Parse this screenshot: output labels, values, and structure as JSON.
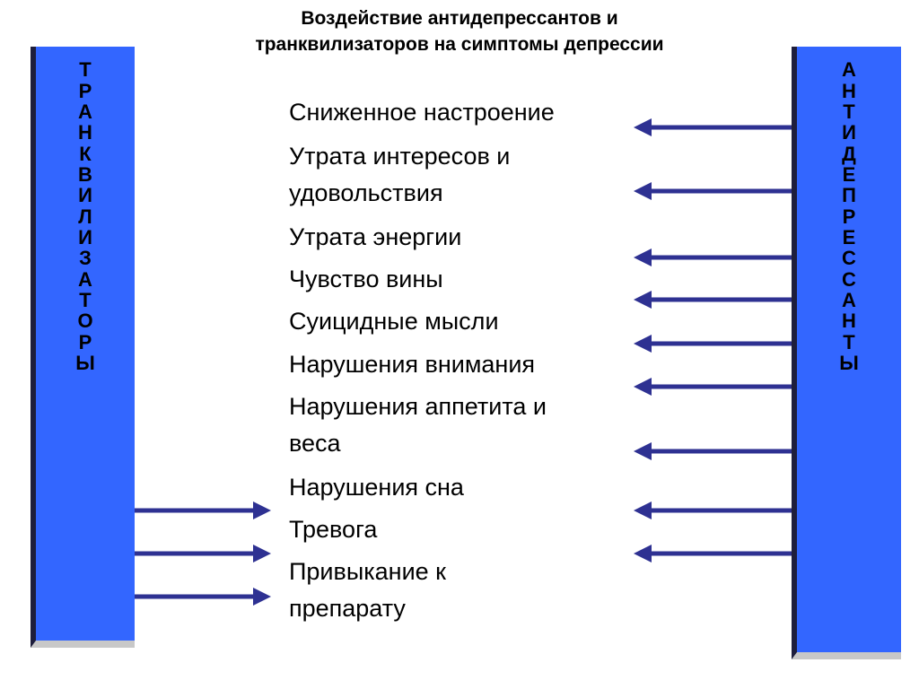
{
  "title": {
    "line1": "Воздействие антидепрессантов и",
    "line2": "транквилизаторов на симптомы депрессии"
  },
  "left_panel": {
    "letters": [
      "Т",
      "Р",
      "А",
      "Н",
      "К",
      "В",
      "И",
      "Л",
      "И",
      "З",
      "А",
      "Т",
      "О",
      "Р",
      "Ы"
    ],
    "color": "#3366ff"
  },
  "right_panel": {
    "letters": [
      "А",
      "Н",
      "Т",
      "И",
      "Д",
      "Е",
      "П",
      "Р",
      "Е",
      "С",
      "С",
      "А",
      "Н",
      "Т",
      "Ы"
    ],
    "color": "#3366ff"
  },
  "symptoms": [
    "Сниженное настроение",
    "Утрата интересов и",
    "удовольствия",
    "Утрата энергии",
    "Чувство вины",
    "Суицидные мысли",
    "Нарушения внимания",
    "Нарушения аппетита и",
    "веса",
    "Нарушения сна",
    "Тревога",
    "Привыкание к",
    "препарату"
  ],
  "arrow_color": "#2e3192"
}
